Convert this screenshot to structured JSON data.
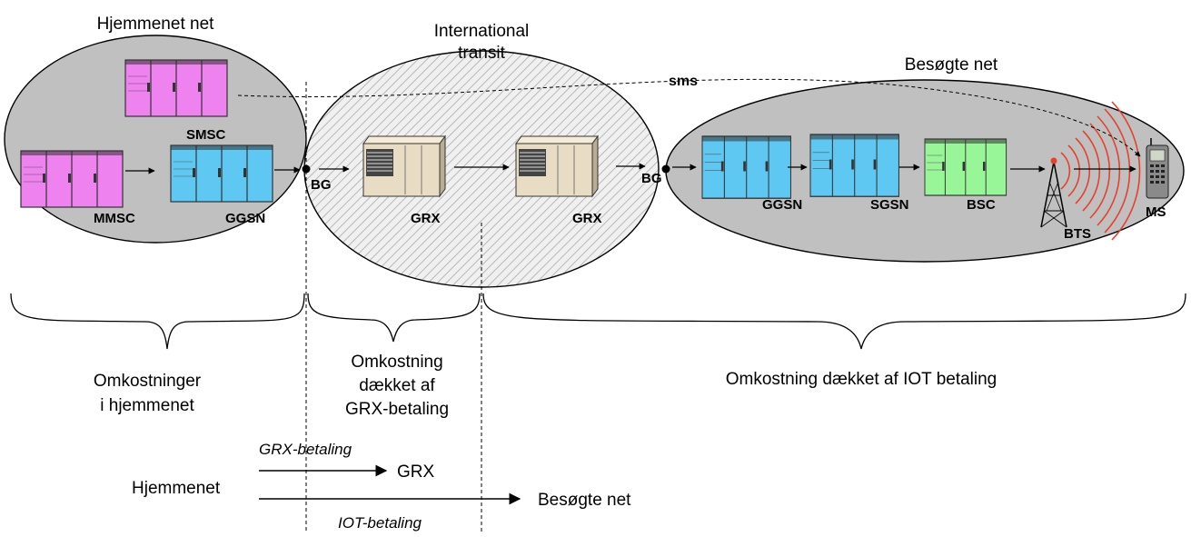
{
  "regions": {
    "home": "Hjemmenet net",
    "transit_line1": "International",
    "transit_line2": "transit",
    "visited": "Besøgte net"
  },
  "nodes": {
    "smsc": "SMSC",
    "mmsc": "MMSC",
    "ggsn_home": "GGSN",
    "bg1": "BG",
    "grx1": "GRX",
    "grx2": "GRX",
    "bg2": "BG",
    "ggsn_visited": "GGSN",
    "sgsn": "SGSN",
    "bsc": "BSC",
    "bts": "BTS",
    "ms": "MS"
  },
  "sms_label": "sms",
  "costs": {
    "home_line1": "Omkostninger",
    "home_line2": "i hjemmenet",
    "grx_line1": "Omkostning",
    "grx_line2": "dækket af",
    "grx_line3": "GRX-betaling",
    "iot": "Omkostning dækket af IOT betaling"
  },
  "payments": {
    "origin": "Hjemmenet",
    "grx_payment": "GRX-betaling",
    "grx_target": "GRX",
    "iot_payment": "IOT-betaling",
    "visited_target": "Besøgte net"
  },
  "colors": {
    "region_fill": "#c0c0c0",
    "transit_fill": "#eeeeee",
    "smsc_mmsc": "#ee82ee",
    "ggsn_sgsn": "#5ec8f2",
    "bsc": "#98f598",
    "grx_body": "#e8dcc4",
    "radio_waves": "#e8402a"
  }
}
